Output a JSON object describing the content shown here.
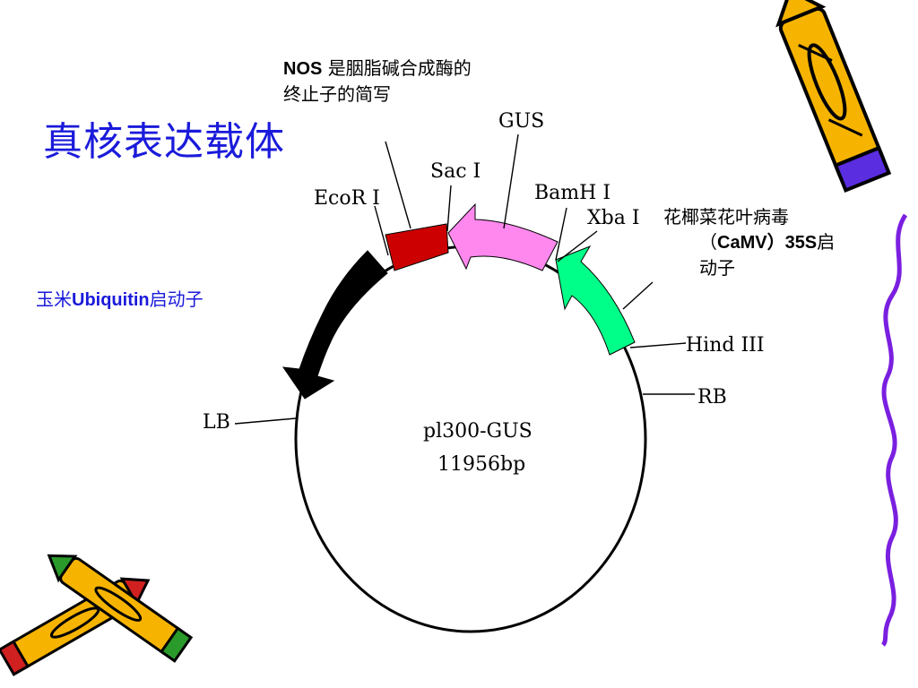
{
  "title": "真核表达载体",
  "notes": {
    "nos_prefix": "NOS",
    "nos_text": " 是胭脂碱合成酶的终止子的简写",
    "camv_line1": "花椰菜花叶病毒",
    "camv_open": "（",
    "camv_bold": "CaMV）35S",
    "camv_suffix": "启",
    "camv_line3": "动子",
    "ubi_prefix": "玉米",
    "ubi_bold": "Ubiquitin",
    "ubi_suffix": "启动子"
  },
  "plasmid": {
    "name": "pl300-GUS",
    "size": "11956bp",
    "sites": {
      "ecori": "EcoR I",
      "saci": "Sac I",
      "gus": "GUS",
      "bamhi": "BamH I",
      "xbai": "Xba I",
      "hindiii": "Hind III",
      "rb": "RB",
      "lb": "LB"
    },
    "segments": [
      {
        "name": "NOS terminator",
        "color": "#cc0000"
      },
      {
        "name": "GUS",
        "color": "#ff88ee"
      },
      {
        "name": "CaMV 35S promoter",
        "color": "#00ff88"
      },
      {
        "name": "Ubiquitin promoter",
        "color": "#000000"
      }
    ]
  },
  "decor": {
    "pencil_colors": {
      "body": "#f6b400",
      "outline": "#000000",
      "eraser": "#5a2de0",
      "tip_red": "#d02020",
      "tip_green": "#2a9a2a"
    },
    "wavy_line_color": "#7a1fe0"
  }
}
